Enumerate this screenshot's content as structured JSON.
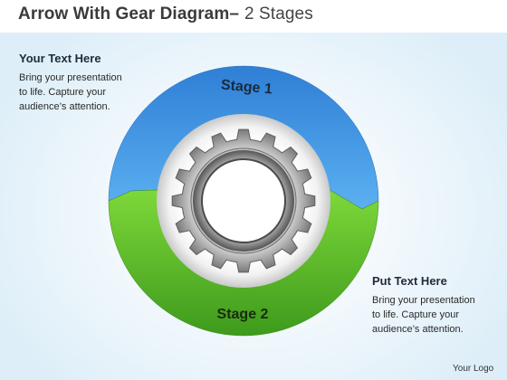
{
  "title": {
    "main": "Arrow With Gear Diagram–",
    "sub": "2 Stages"
  },
  "left_block": {
    "heading": "Your Text Here",
    "lines": [
      "Bring your presentation",
      "to life. Capture your",
      "audience’s attention."
    ]
  },
  "right_block": {
    "heading": "Put Text Here",
    "lines": [
      "Bring your presentation",
      "to life. Capture your",
      "audience’s attention."
    ]
  },
  "stages": [
    {
      "label": "Stage 1",
      "color": "#3a8fdb"
    },
    {
      "label": "Stage 2",
      "color": "#5cbf2e"
    }
  ],
  "center_icon": "gear-icon",
  "footer": {
    "logo_text": "Your Logo"
  }
}
